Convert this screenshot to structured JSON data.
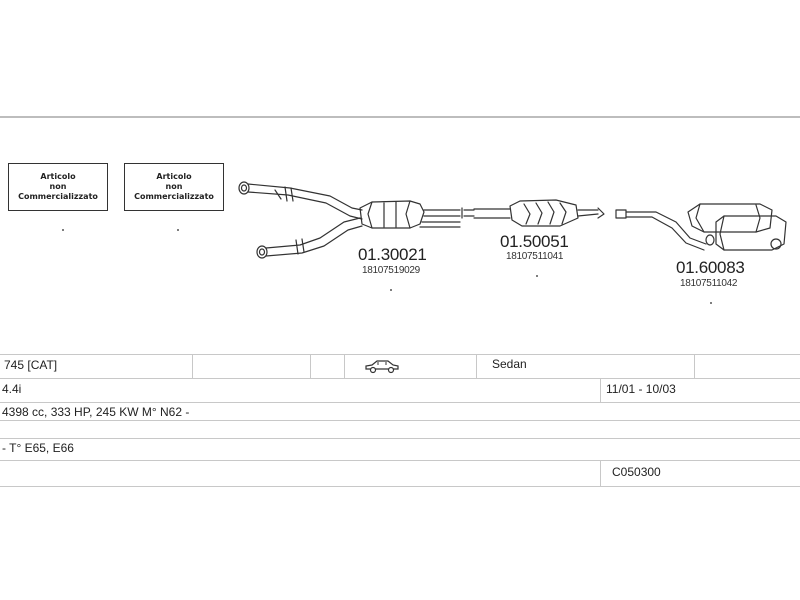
{
  "not_commercialized_boxes": [
    {
      "line1": "Articolo",
      "line2": "non",
      "line3": "Commercializzato"
    },
    {
      "line1": "Articolo",
      "line2": "non",
      "line3": "Commercializzato"
    }
  ],
  "parts": [
    {
      "number": "01.30021",
      "code": "18107519029"
    },
    {
      "number": "01.50051",
      "code": "18107511041"
    },
    {
      "number": "01.60083",
      "code": "18107511042"
    }
  ],
  "vehicle": {
    "model": "745  [CAT]",
    "body": "Sedan",
    "engine": "4.4i",
    "years": "11/01 - 10/03",
    "spec": "4398 cc, 333 HP, 245 KW M° N62 -",
    "type": "- T° E65, E66",
    "catalog_code": "C050300"
  },
  "icons": {
    "body_icon": "car-sedan-icon"
  },
  "colors": {
    "line": "#c8c8c8",
    "drawing": "#333333"
  }
}
